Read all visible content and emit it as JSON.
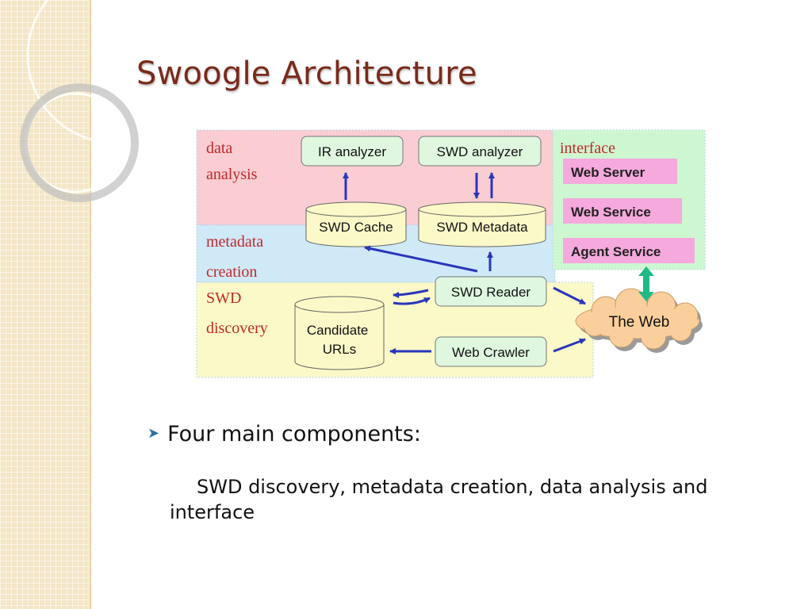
{
  "slide": {
    "title": "Swoogle Architecture",
    "bullet": "Four main components:",
    "subtext": "SWD discovery, metadata creation, data analysis and interface"
  },
  "diagram": {
    "regions": {
      "data_analysis": [
        "data",
        "analysis"
      ],
      "metadata_creation": [
        "metadata",
        "creation"
      ],
      "swd_discovery": [
        "SWD",
        "discovery"
      ],
      "interface": "interface"
    },
    "nodes": {
      "ir_analyzer": "IR analyzer",
      "swd_analyzer": "SWD analyzer",
      "swd_cache": "SWD Cache",
      "swd_metadata": "SWD Metadata",
      "swd_reader": "SWD Reader",
      "web_crawler": "Web Crawler",
      "candidate_urls": [
        "Candidate",
        "URLs"
      ],
      "the_web": "The Web",
      "web_server": "Web Server",
      "web_service": "Web Service",
      "agent_service": "Agent Service"
    }
  },
  "colors": {
    "data_analysis_bg": "#f9cdd2",
    "metadata_creation_bg": "#cfe9f7",
    "swd_discovery_bg": "#fbf9c8",
    "interface_bg": "#cdf7d0",
    "node_fill": "#dff7df",
    "interface_button": "#f5a9dc",
    "cloud": "#fbcf9b",
    "arrow": "#2a36b9",
    "region_label": "#c0282a",
    "title": "#7a2a1a"
  }
}
